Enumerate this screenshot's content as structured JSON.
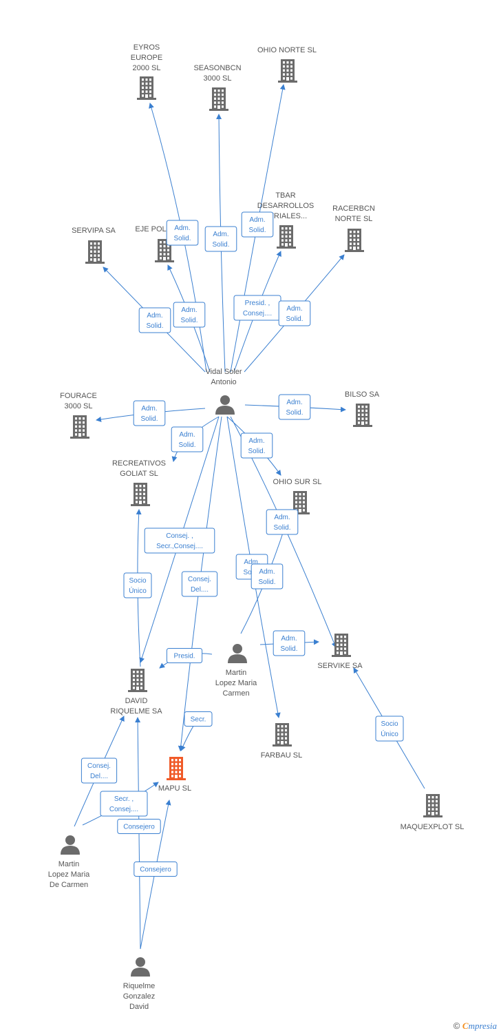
{
  "colors": {
    "edge": "#3a7fd0",
    "icon": "#6b6b6b",
    "focus": "#f05a28",
    "label": "#555555"
  },
  "nodes": [
    {
      "id": "eyros",
      "kind": "company",
      "label": [
        "EYROS",
        "EUROPE",
        "2000 SL"
      ]
    },
    {
      "id": "seasonbcn",
      "kind": "company",
      "label": [
        "SEASONBCN",
        "3000 SL"
      ]
    },
    {
      "id": "ohionorte",
      "kind": "company",
      "label": [
        "OHIO NORTE SL"
      ]
    },
    {
      "id": "tbar",
      "kind": "company",
      "label": [
        "TBAR",
        "DESARROLLOS",
        "STRIALES..."
      ]
    },
    {
      "id": "racerbcn",
      "kind": "company",
      "label": [
        "RACERBCN",
        "NORTE SL"
      ]
    },
    {
      "id": "servipa",
      "kind": "company",
      "label": [
        "SERVIPA SA"
      ]
    },
    {
      "id": "ejepol",
      "kind": "company",
      "label": [
        "EJE POL"
      ]
    },
    {
      "id": "vidal",
      "kind": "person",
      "label": [
        "Vidal Soler",
        "Antonio"
      ]
    },
    {
      "id": "fourace",
      "kind": "company",
      "label": [
        "FOURACE",
        "3000 SL"
      ]
    },
    {
      "id": "bilso",
      "kind": "company",
      "label": [
        "BILSO SA"
      ]
    },
    {
      "id": "recreativos",
      "kind": "company",
      "label": [
        "RECREATIVOS",
        "GOLIAT SL"
      ]
    },
    {
      "id": "ohiosur",
      "kind": "company",
      "label": [
        "OHIO SUR SL"
      ]
    },
    {
      "id": "servike",
      "kind": "company",
      "label": [
        "SERVIKE SA"
      ]
    },
    {
      "id": "martin1",
      "kind": "person",
      "label": [
        "Martin",
        "Lopez Maria",
        "Carmen"
      ]
    },
    {
      "id": "david",
      "kind": "company",
      "label": [
        "DAVID",
        "RIQUELME SA"
      ]
    },
    {
      "id": "farbau",
      "kind": "company",
      "label": [
        "FARBAU SL"
      ]
    },
    {
      "id": "mapu",
      "kind": "company",
      "focus": true,
      "label": [
        "MAPU SL"
      ]
    },
    {
      "id": "maquexplot",
      "kind": "company",
      "label": [
        "MAQUEXPLOT SL"
      ]
    },
    {
      "id": "martin2",
      "kind": "person",
      "label": [
        "Martin",
        "Lopez Maria",
        "De Carmen"
      ]
    },
    {
      "id": "riquelme",
      "kind": "person",
      "label": [
        "Riquelme",
        "Gonzalez",
        "David"
      ]
    }
  ],
  "edges": [
    {
      "from": "vidal",
      "to": "eyros",
      "label": [
        "Adm.",
        "Solid."
      ]
    },
    {
      "from": "vidal",
      "to": "seasonbcn",
      "label": [
        "Adm.",
        "Solid."
      ]
    },
    {
      "from": "vidal",
      "to": "ohionorte",
      "label": [
        "Adm.",
        "Solid."
      ]
    },
    {
      "from": "vidal",
      "to": "tbar",
      "label": [
        "Presid. ,",
        "Consej...."
      ]
    },
    {
      "from": "vidal",
      "to": "racerbcn",
      "label": [
        "Adm.",
        "Solid."
      ]
    },
    {
      "from": "vidal",
      "to": "servipa",
      "label": [
        "Adm.",
        "Solid."
      ]
    },
    {
      "from": "vidal",
      "to": "ejepol",
      "label": [
        "Adm.",
        "Solid."
      ]
    },
    {
      "from": "vidal",
      "to": "fourace",
      "label": [
        "Adm.",
        "Solid."
      ]
    },
    {
      "from": "vidal",
      "to": "bilso",
      "label": [
        "Adm.",
        "Solid."
      ]
    },
    {
      "from": "vidal",
      "to": "recreativos",
      "label": [
        "Adm.",
        "Solid."
      ]
    },
    {
      "from": "vidal",
      "to": "ohiosur",
      "label": [
        "Adm.",
        "Solid."
      ]
    },
    {
      "from": "vidal",
      "to": "servike",
      "label": [
        "Adm.",
        "Solid."
      ]
    },
    {
      "from": "vidal",
      "to": "david",
      "label": [
        "Consej. ,",
        "Secr.,Consej...."
      ]
    },
    {
      "from": "vidal",
      "to": "mapu",
      "label": [
        "Consej.",
        "Del...."
      ]
    },
    {
      "from": "vidal",
      "to": "farbau",
      "label": [
        "Adm.",
        "Solid."
      ]
    },
    {
      "from": "martin1",
      "to": "ohiosur",
      "label": [
        "Adm.",
        "Solid."
      ]
    },
    {
      "from": "martin1",
      "to": "servike",
      "label": [
        "Adm.",
        "Solid."
      ]
    },
    {
      "from": "martin1",
      "to": "david",
      "label": [
        "Presid."
      ]
    },
    {
      "from": "martin1",
      "to": "mapu",
      "label": [
        "Secr."
      ]
    },
    {
      "from": "david",
      "to": "recreativos",
      "label": [
        "Socio",
        "Único"
      ]
    },
    {
      "from": "maquexplot",
      "to": "servike",
      "label": [
        "Socio",
        "Único"
      ]
    },
    {
      "from": "martin2",
      "to": "david",
      "label": [
        "Consej.",
        "Del...."
      ]
    },
    {
      "from": "martin2",
      "to": "mapu",
      "label": [
        "Secr. ,",
        "Consej...."
      ]
    },
    {
      "from": "riquelme",
      "to": "david",
      "label": [
        "Consejero"
      ]
    },
    {
      "from": "riquelme",
      "to": "mapu",
      "label": [
        "Consejero"
      ]
    }
  ],
  "footer": {
    "copyright": "©",
    "brand_initial": "C",
    "brand_rest": "mpresia"
  }
}
